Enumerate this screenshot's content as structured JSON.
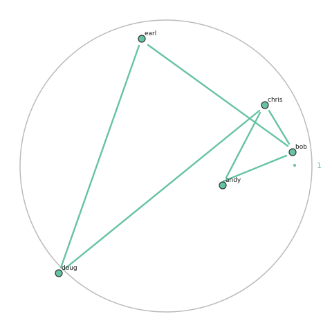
{
  "graph": {
    "radius_label": "1",
    "colors": {
      "edge": "#66c2a5",
      "node_fill": "#66c2a5",
      "node_stroke": "#333333",
      "boundary": "#bbbbbb"
    },
    "nodes": [
      {
        "id": "earl",
        "label": "earl"
      },
      {
        "id": "chris",
        "label": "chris"
      },
      {
        "id": "bob",
        "label": "bob"
      },
      {
        "id": "andy",
        "label": "andy"
      },
      {
        "id": "doug",
        "label": "doug"
      }
    ],
    "edges": [
      {
        "source": "earl",
        "target": "bob"
      },
      {
        "source": "earl",
        "target": "doug"
      },
      {
        "source": "chris",
        "target": "bob"
      },
      {
        "source": "chris",
        "target": "andy"
      },
      {
        "source": "chris",
        "target": "doug"
      },
      {
        "source": "bob",
        "target": "andy"
      }
    ]
  }
}
